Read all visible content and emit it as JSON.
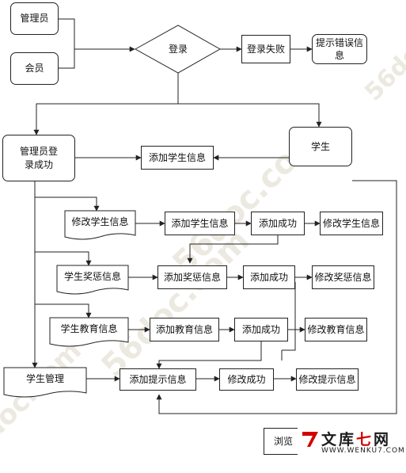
{
  "nodes": {
    "admin": "管理员",
    "member": "会员",
    "login": "登录",
    "login_fail": "登录失败",
    "error_msg": "提示错误信息",
    "admin_login_success": "管理员登\n录成功",
    "student": "学生",
    "add_student_top": "添加学生信息",
    "doc_modify_student": "修改学生信息",
    "add_student_row1": "添加学生信息",
    "success_row1": "添加成功",
    "modify_student_row1": "修改学生信息",
    "doc_student_award": "学生奖惩信息",
    "add_award": "添加奖惩信息",
    "success_row2": "添加成功",
    "modify_award": "修改奖惩信息",
    "doc_student_edu": "学生教育信息",
    "add_edu": "添加教育信息",
    "success_row3": "添加成功",
    "modify_edu": "修改教育信息",
    "doc_student_manage": "学生管理",
    "add_hint": "添加提示信息",
    "modify_success": "修改成功",
    "modify_hint": "修改提示信息",
    "browse_partial": "浏览"
  },
  "watermark": {
    "text": "56doc.com",
    "logo_main_a": "文库",
    "logo_main_b": "七",
    "logo_main_c": "网",
    "logo_url": "WWW.WENKU7.COM"
  },
  "colors": {
    "line": "#222222",
    "watermark": "#ece9e0",
    "logo_red": "#d40000"
  }
}
